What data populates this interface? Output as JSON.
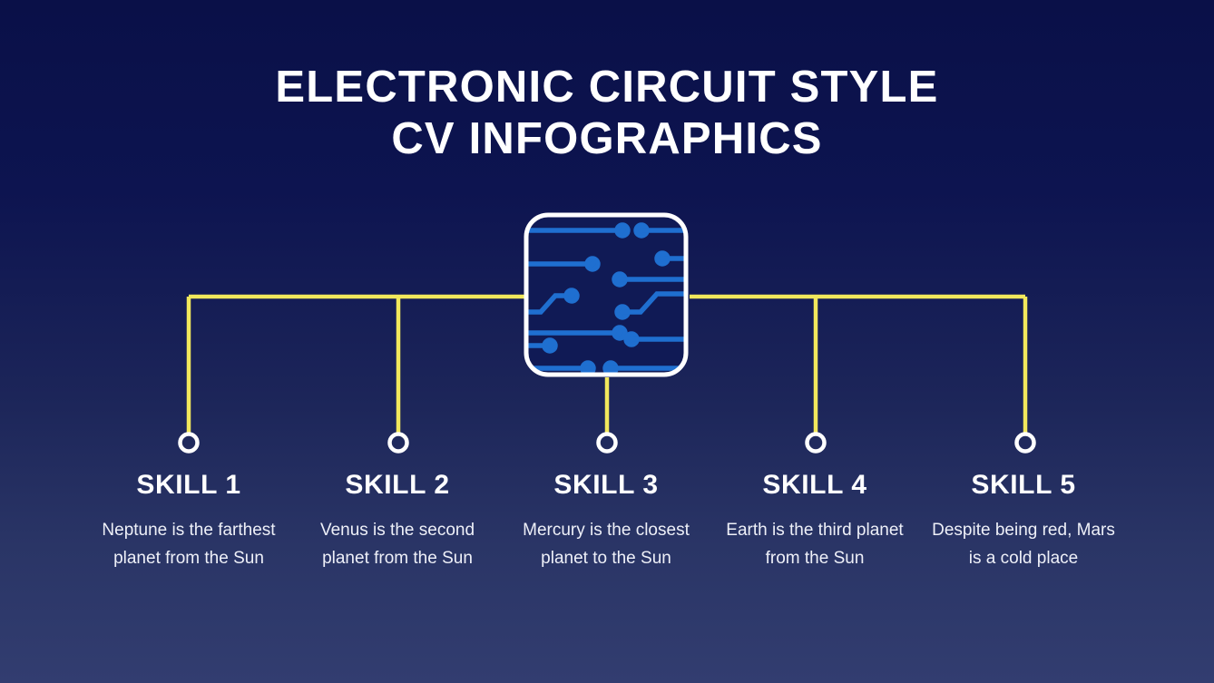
{
  "slide": {
    "title_lines": [
      "ELECTRONIC CIRCUIT STYLE",
      "CV INFOGRAPHICS"
    ],
    "background_top_color": "#0a1048",
    "background_bottom_color": "#323d70",
    "accent_line_color": "#f2e85c",
    "node_ring_color": "#ffffff",
    "chip_border_color": "#ffffff",
    "circuit_trace_color": "#1f6fd0"
  },
  "chip": {
    "name": "circuit-chip",
    "label": "Electronic circuit chip illustration"
  },
  "skills": [
    {
      "id": "skill-1",
      "title": "SKILL 1",
      "description": "Neptune is the farthest planet from the Sun"
    },
    {
      "id": "skill-2",
      "title": "SKILL 2",
      "description": "Venus is the second planet from the Sun"
    },
    {
      "id": "skill-3",
      "title": "SKILL 3",
      "description": "Mercury is the closest planet to the Sun"
    },
    {
      "id": "skill-4",
      "title": "SKILL 4",
      "description": "Earth is the third planet from the Sun"
    },
    {
      "id": "skill-5",
      "title": "SKILL 5",
      "description": "Despite being red, Mars is a cold place"
    }
  ]
}
